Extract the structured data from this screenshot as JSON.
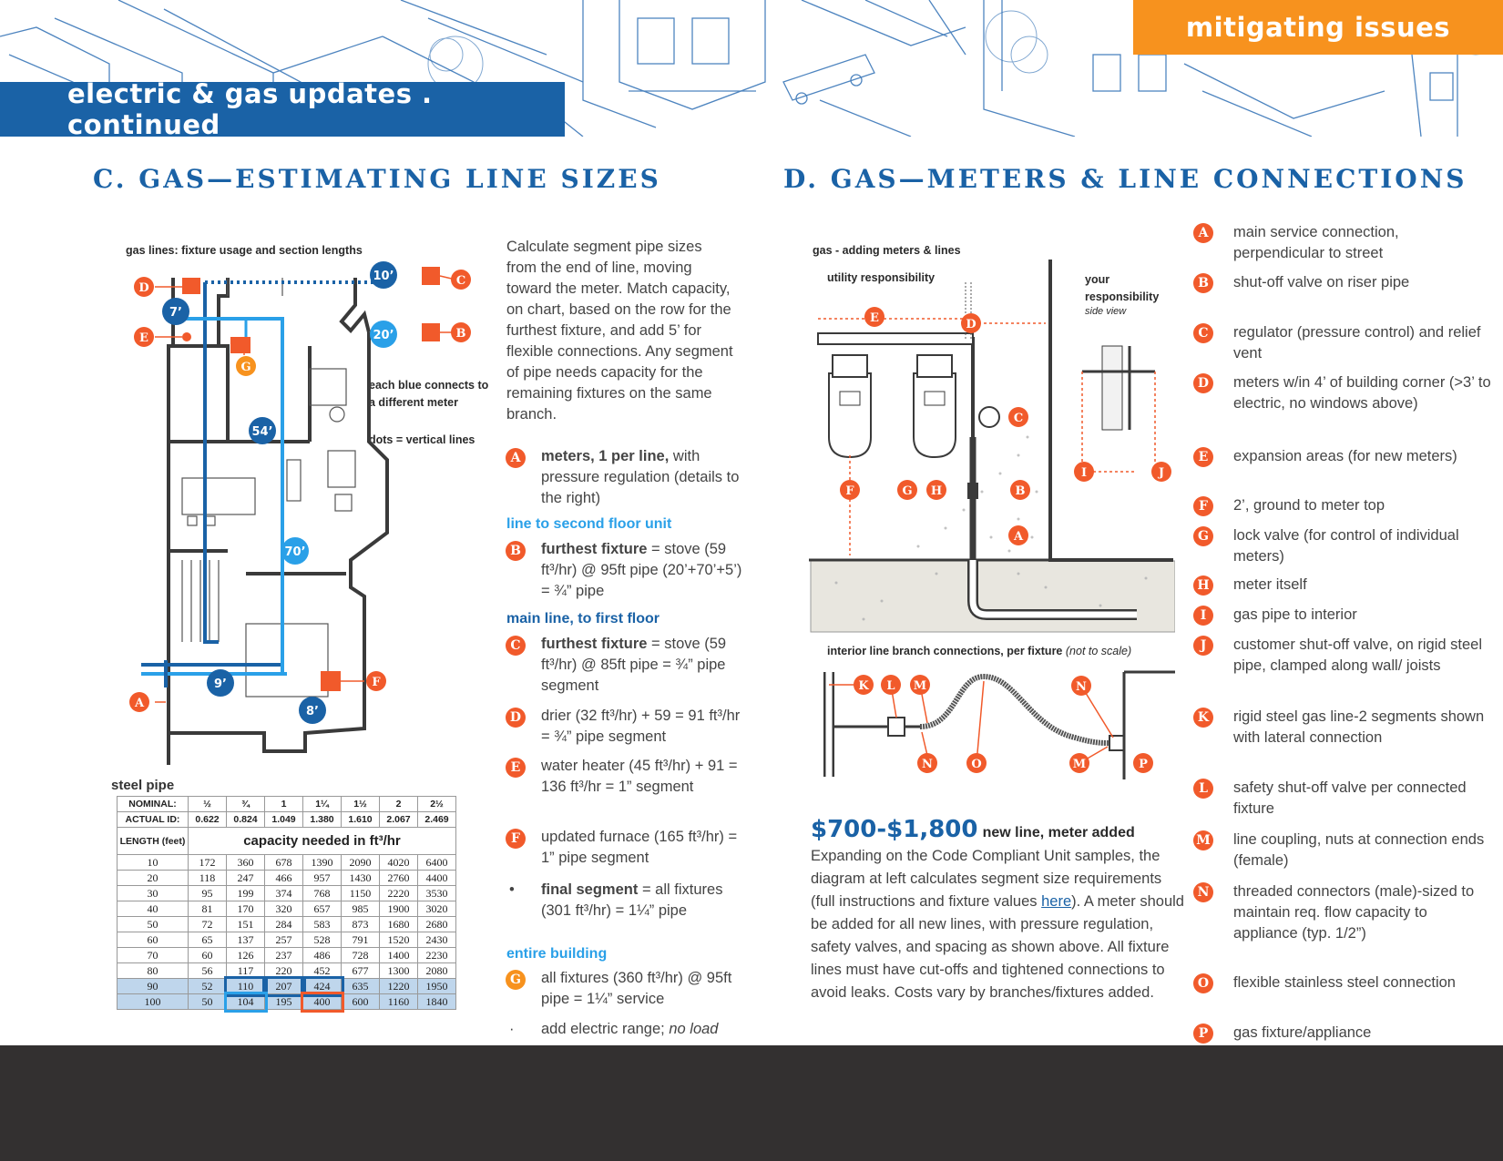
{
  "header": {
    "left_banner": "electric & gas updates . continued",
    "right_banner": "mitigating issues"
  },
  "section_c": {
    "title": "C. GAS—ESTIMATING LINE SIZES",
    "plan_title": "gas lines: fixture usage and section lengths",
    "note_meters": "each blue connects to a different meter",
    "note_dots": "dots = vertical lines",
    "lengths": [
      "10’",
      "20’",
      "7’",
      "54’",
      "70’",
      "9’",
      "8’"
    ],
    "markers": [
      "A",
      "B",
      "C",
      "D",
      "E",
      "F",
      "G"
    ],
    "intro": "Calculate segment pipe sizes from the end of line, moving toward the meter. Match capacity, on chart, based on the row for the furthest fixture, and add 5’ for flexible connections. Any segment of pipe needs capacity for the remaining fixtures on the same branch.",
    "step_a": {
      "badge": "A",
      "bold": "meters, 1 per line,",
      "text": " with pressure regulation (details to the right)"
    },
    "sub_second": "line to second floor unit",
    "step_b": {
      "badge": "B",
      "bold": "furthest fixture",
      "text": " = stove (59 ft³/hr) @ 95ft pipe (20’+70’+5’) = ¾” pipe"
    },
    "sub_main": "main line, to first floor",
    "step_c": {
      "badge": "C",
      "bold": "furthest fixture",
      "text": " = stove (59 ft³/hr) @ 85ft pipe = ¾” pipe segment"
    },
    "step_d": {
      "badge": "D",
      "text": "drier (32 ft³/hr) + 59 = 91 ft³/hr = ¾” pipe segment"
    },
    "step_e": {
      "badge": "E",
      "text": "water heater (45 ft³/hr) + 91 = 136 ft³/hr = 1” segment"
    },
    "step_f": {
      "badge": "F",
      "text": "updated furnace (165 ft³/hr) = 1” pipe segment"
    },
    "step_final": {
      "bullet": "•",
      "bold": "final segment",
      "text": " = all fixtures (301 ft³/hr) = 1¼” pipe"
    },
    "sub_entire": "entire building",
    "step_g": {
      "badge": "G",
      "text": "all fixtures (360 ft³/hr) @ 95ft pipe = 1¼” service"
    },
    "step_range": {
      "bullet": "·",
      "text": "add electric range; ",
      "italic": "no load"
    }
  },
  "pipe_table": {
    "title": "steel pipe",
    "nominal_label": "NOMINAL:",
    "nominal": [
      "½",
      "¾",
      "1",
      "1¼",
      "1½",
      "2",
      "2½"
    ],
    "actual_label": "ACTUAL ID:",
    "actual": [
      "0.622",
      "0.824",
      "1.049",
      "1.380",
      "1.610",
      "2.067",
      "2.469"
    ],
    "length_label": "LENGTH (feet)",
    "capacity_label": "capacity needed in ft³/hr",
    "rows": [
      [
        "10",
        "172",
        "360",
        "678",
        "1390",
        "2090",
        "4020",
        "6400"
      ],
      [
        "20",
        "118",
        "247",
        "466",
        "957",
        "1430",
        "2760",
        "4400"
      ],
      [
        "30",
        "95",
        "199",
        "374",
        "768",
        "1150",
        "2220",
        "3530"
      ],
      [
        "40",
        "81",
        "170",
        "320",
        "657",
        "985",
        "1900",
        "3020"
      ],
      [
        "50",
        "72",
        "151",
        "284",
        "583",
        "873",
        "1680",
        "2680"
      ],
      [
        "60",
        "65",
        "137",
        "257",
        "528",
        "791",
        "1520",
        "2430"
      ],
      [
        "70",
        "60",
        "126",
        "237",
        "486",
        "728",
        "1400",
        "2230"
      ],
      [
        "80",
        "56",
        "117",
        "220",
        "452",
        "677",
        "1300",
        "2080"
      ],
      [
        "90",
        "52",
        "110",
        "207",
        "424",
        "635",
        "1220",
        "1950"
      ],
      [
        "100",
        "50",
        "104",
        "195",
        "400",
        "600",
        "1160",
        "1840"
      ]
    ]
  },
  "section_d": {
    "title": "D. GAS—METERS & LINE CONNECTIONS",
    "diagram_title": "gas - adding meters & lines",
    "utility": "utility responsibility",
    "your_resp": "your responsibility",
    "side_view": "side view",
    "branch_title": "interior line branch connections, per fixture",
    "not_to_scale": "(not to scale)",
    "cost_big": "$700-$1,800",
    "cost_note": "new line, meter added",
    "desc_1": "Expanding on the Code Compliant Unit samples, the diagram at left calculates segment size requirements (full instructions and fixture values ",
    "desc_link": "here",
    "desc_2": "). A meter should be added for all new lines, with pressure regulation, safety valves, and spacing as shown above. All fixture lines must have cut-offs and tightened connections to avoid leaks. Costs vary by branches/fixtures added."
  },
  "legend": [
    {
      "key": "A",
      "text": "main service connection, perpendicular to street"
    },
    {
      "key": "B",
      "text": "shut-off valve on riser pipe"
    },
    {
      "key": "C",
      "text": "regulator (pressure control) and relief vent"
    },
    {
      "key": "D",
      "text": "meters w/in 4’ of building corner (>3’ to electric, no windows above)"
    },
    {
      "key": "E",
      "text": "expansion areas (for new meters)"
    },
    {
      "key": "F",
      "text": "2’, ground to meter top"
    },
    {
      "key": "G",
      "text": "lock valve (for control of individual meters)"
    },
    {
      "key": "H",
      "text": "meter itself"
    },
    {
      "key": "I",
      "text": "gas pipe to interior"
    },
    {
      "key": "J",
      "text": "customer shut-off valve, on rigid steel pipe, clamped along wall/ joists"
    },
    {
      "key": "K",
      "text": "rigid steel gas line-2 segments shown with lateral connection"
    },
    {
      "key": "L",
      "text": "safety shut-off valve per connected fixture"
    },
    {
      "key": "M",
      "text": "line coupling, nuts at connection ends (female)"
    },
    {
      "key": "N",
      "text": "threaded connectors (male)-sized to maintain req. flow capacity to appliance (typ. 1/2”)"
    },
    {
      "key": "O",
      "text": " flexible stainless steel connection"
    },
    {
      "key": "P",
      "text": "gas fixture/appliance"
    }
  ],
  "colors": {
    "blue": "#1a62a6",
    "orange": "#f7921e",
    "red_orange": "#f15a2b",
    "light_blue": "#2aa0e8",
    "footer": "#333030"
  }
}
